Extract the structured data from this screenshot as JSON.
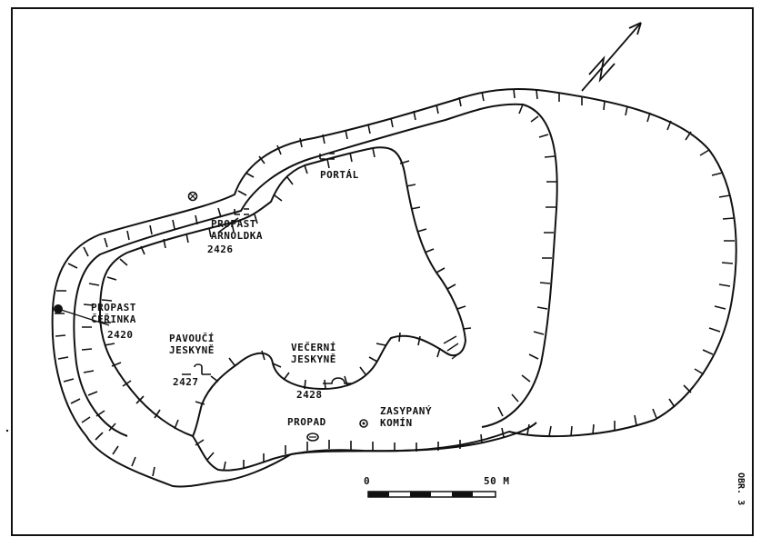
{
  "map": {
    "labels": {
      "portal": "PORTÁL",
      "arnoldka_name": "PROPAST ARNOLDKA",
      "arnoldka_num": "2426",
      "cerinka_name": "PROPAST ČEŘINKA",
      "cerinka_num": "2420",
      "pavouci_name": "PAVOUČÍ JESKYNĚ",
      "pavouci_num": "2427",
      "vecerni_name": "VEČERNÍ JESKYNĚ",
      "vecerni_num": "2428",
      "propad": "PROPAD",
      "zasypany_name": "ZASYPANÝ KOMÍN"
    },
    "scale": {
      "start": "0",
      "end": "50 M"
    },
    "figure_label": "OBR. 3",
    "north_arrow": "north",
    "colors": {
      "ink": "#111111",
      "paper": "#ffffff"
    }
  }
}
